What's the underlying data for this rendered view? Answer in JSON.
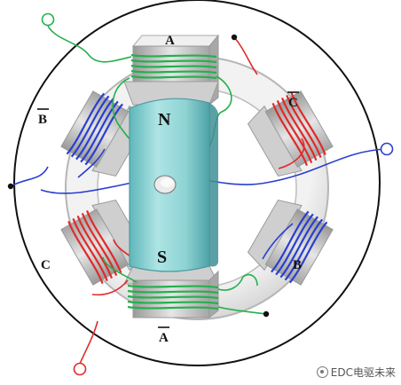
{
  "labels": {
    "a_top": "A",
    "a_bottom": "A",
    "b_left": "B",
    "b_right": "B",
    "c_left": "C",
    "c_right": "C",
    "north": "N",
    "south": "S"
  },
  "watermark": "EDC电驱未来",
  "colors": {
    "phase_a": "#22b14c",
    "phase_b": "#2a3fcf",
    "phase_c": "#e02a2a",
    "rotor": "#8fd6d6",
    "stator": "#d9d9d9"
  }
}
